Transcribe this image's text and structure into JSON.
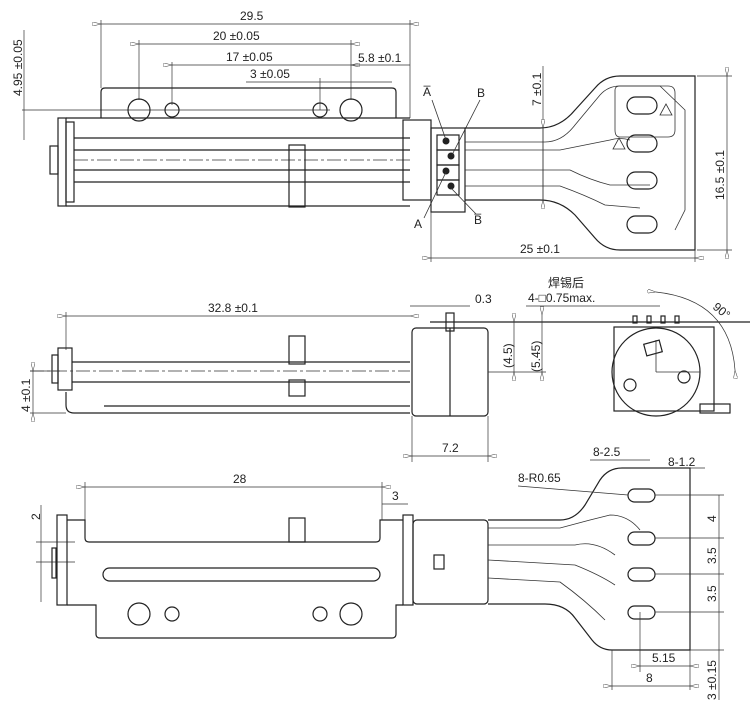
{
  "title": "Linear stepper motor mechanical drawing",
  "top_view": {
    "dims": {
      "overall_bracket": "29.5",
      "hole_pitch_large": "20 ±0.05",
      "hole_pitch_small": "17 ±0.05",
      "hole_offset": "3 ±0.05",
      "edge_offset": "5.8 ±0.1",
      "hole_height": "4.95 ±0.05"
    },
    "pins": [
      "A̅",
      "B",
      "A",
      "B̅"
    ],
    "fpc_dims": {
      "width": "16.5 ±0.1",
      "length": "25 ±0.1",
      "neck": "7 ±0.1"
    },
    "warning_marker": "1"
  },
  "side_view": {
    "dims": {
      "overall_length": "32.8 ±0.1",
      "shaft_height": "4 ±0.1",
      "motor_length": "7.2",
      "thickness": "0.3",
      "height_a": "(4.5)",
      "height_b": "(5.45)"
    }
  },
  "end_view": {
    "note_cn": "焊锡后",
    "solder_note": "4-□0.75max.",
    "angle": "90°"
  },
  "bottom_view": {
    "dims": {
      "travel": "28",
      "end_gap": "3",
      "slot_offset": "2"
    }
  },
  "pad_detail": {
    "radius": "8-R0.65",
    "pad_len": "8-2.5",
    "pad_w": "8-1.2",
    "pitch1": "4",
    "pitch2": "3.5",
    "pitch3": "3.5",
    "offset_x": "5.15",
    "width": "8",
    "tail": "3 ±0.15"
  }
}
